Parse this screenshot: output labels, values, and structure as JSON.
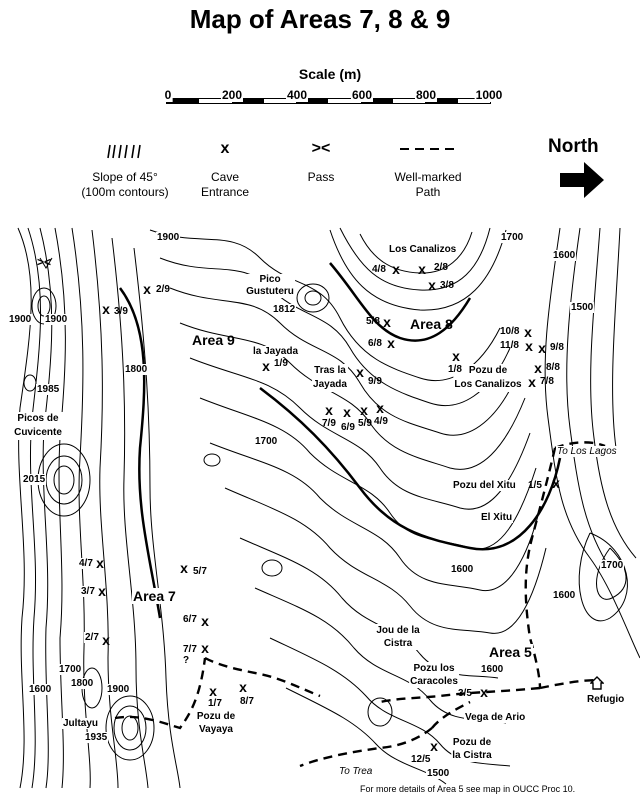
{
  "title": "Map of Areas 7, 8 & 9",
  "scale": {
    "title": "Scale (m)",
    "ticks": [
      "0",
      "200",
      "400",
      "600",
      "800",
      "1000"
    ]
  },
  "legend": {
    "slope_symbol": "/////",
    "slope_label": "Slope of 45°\n(100m contours)",
    "cave_symbol": "x",
    "cave_label": "Cave\nEntrance",
    "pass_symbol": "><",
    "pass_label": "Pass",
    "path_label": "Well-marked\nPath",
    "north": "North"
  },
  "areas": [
    "Area 9",
    "Area 8",
    "Area 7",
    "Area 5"
  ],
  "places": {
    "pico_gustuteru": "Pico\nGustuteru",
    "los_canalizos": "Los Canalizos",
    "la_jayada": "la Jayada",
    "tras_la_jayada": "Tras la\nJayada",
    "pozu_canalizos": "Pozu de\nLos Canalizos",
    "picos_cuvicente": "Picos de\nCuvicente",
    "pozu_xitu": "Pozu del Xitu",
    "el_xitu": "El Xitu",
    "to_los_lagos": "To Los Lagos",
    "jou_cistra": "Jou de la\nCistra",
    "pozu_caracoles": "Pozu los\nCaracoles",
    "refugio": "Refugio",
    "vega_ario": "Vega de Ario",
    "pozu_vayaya": "Pozu de\nVayaya",
    "pozu_la_cistra": "Pozu de\nla Cistra",
    "jultayu": "Jultayu",
    "to_trea": "To Trea"
  },
  "spot_heights": [
    "1900",
    "1900",
    "1900",
    "1812",
    "1700",
    "1600",
    "1500",
    "1800",
    "1985",
    "1700",
    "2015",
    "1600",
    "1700",
    "1600",
    "1600",
    "1700",
    "1800",
    "1600",
    "1900",
    "1935",
    "1500"
  ],
  "caves": [
    "1/9",
    "2/9",
    "3/9",
    "4/9",
    "5/9",
    "6/9",
    "7/9",
    "9/9",
    "1/8",
    "2/8",
    "3/8",
    "4/8",
    "5/8",
    "6/8",
    "7/8",
    "8/8",
    "9/8",
    "10/8",
    "11/8",
    "1/5",
    "3/5",
    "12/5",
    "1/7",
    "2/7",
    "3/7",
    "4/7",
    "5/7",
    "6/7",
    "7/7\n?",
    "8/7"
  ],
  "footer": "For more details of Area 5 see map in OUCC Proc 10."
}
